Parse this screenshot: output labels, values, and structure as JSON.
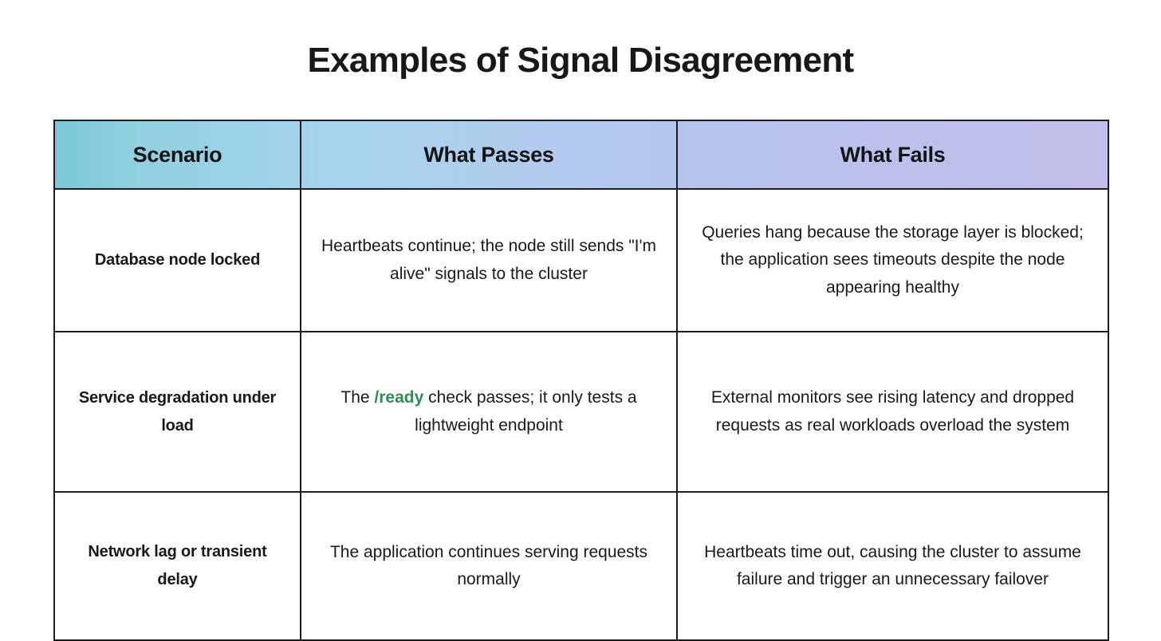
{
  "page": {
    "title": "Examples of Signal Disagreement",
    "background_color": "#ffffff",
    "text_color": "#17191b"
  },
  "table": {
    "border_color": "#1b1d1f",
    "header": {
      "gradient_from": "#79c7d7",
      "gradient_mid": "#b2cbee",
      "gradient_to": "#c0bde9",
      "columns": [
        {
          "label": "Scenario"
        },
        {
          "label": "What Passes"
        },
        {
          "label": "What Fails"
        }
      ]
    },
    "accent_code_color": "#2f8c52",
    "rows": [
      {
        "scenario": "Database node locked",
        "passes_pre": "Heartbeats continue; the node still sends \"I'm alive\" signals to the cluster",
        "passes_code": "",
        "passes_post": "",
        "fails": "Queries hang because the storage layer is blocked; the application sees timeouts despite the node appearing healthy"
      },
      {
        "scenario": "Service degradation under load",
        "passes_pre": "The ",
        "passes_code": "/ready",
        "passes_post": " check passes; it only tests a lightweight endpoint",
        "fails": "External monitors see rising latency and dropped requests as real workloads overload the system"
      },
      {
        "scenario": "Network lag or transient delay",
        "passes_pre": "The application continues serving requests normally",
        "passes_code": "",
        "passes_post": "",
        "fails": "Heartbeats time out, causing the cluster to assume failure and trigger an unnecessary failover"
      }
    ]
  }
}
